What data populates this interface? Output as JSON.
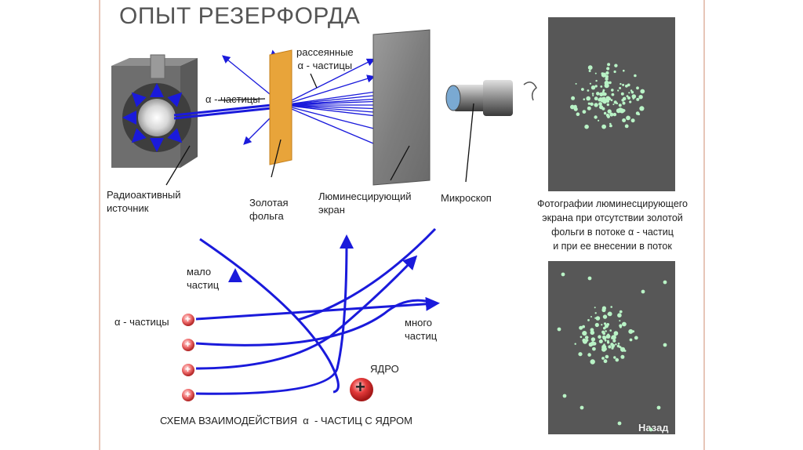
{
  "title": "ОПЫТ РЕЗЕРФОРДА",
  "apparatus": {
    "source_label_line1": "Радиоактивный",
    "source_label_line2": "источник",
    "foil_label_line1": "Золотая",
    "foil_label_line2": "фольга",
    "screen_label_line1": "Люминесцирующий",
    "screen_label_line2": "экран",
    "microscope_label": "Микроскоп",
    "alpha_beam_label": "α - частицы",
    "scattered_label_line1": "рассеянные",
    "scattered_label_line2": "α - частицы"
  },
  "photos": {
    "caption_line1": "Фотографии люминесцирующего",
    "caption_line2": "экрана при отсутствии золотой",
    "caption_line3": "фольги в потоке α - частиц",
    "caption_line4": "и при ее внесении в поток"
  },
  "scheme": {
    "few_particles_line1": "мало",
    "few_particles_line2": "частиц",
    "many_particles_line1": "много",
    "many_particles_line2": "частиц",
    "alpha_label": "α - частицы",
    "nucleus_label": "ЯДРО",
    "caption": "СХЕМА ВЗАИМОДЕЙСТВИЯ  α  - ЧАСТИЦ С ЯДРОМ",
    "plus_sign": "+"
  },
  "nav": {
    "back_label": "Назад"
  },
  "colors": {
    "beam": "#1a1adb",
    "foil": "#e8a43a",
    "photo_bg": "#575757",
    "dot": "#b9f3c6",
    "nucleus": "#e43a3a"
  }
}
